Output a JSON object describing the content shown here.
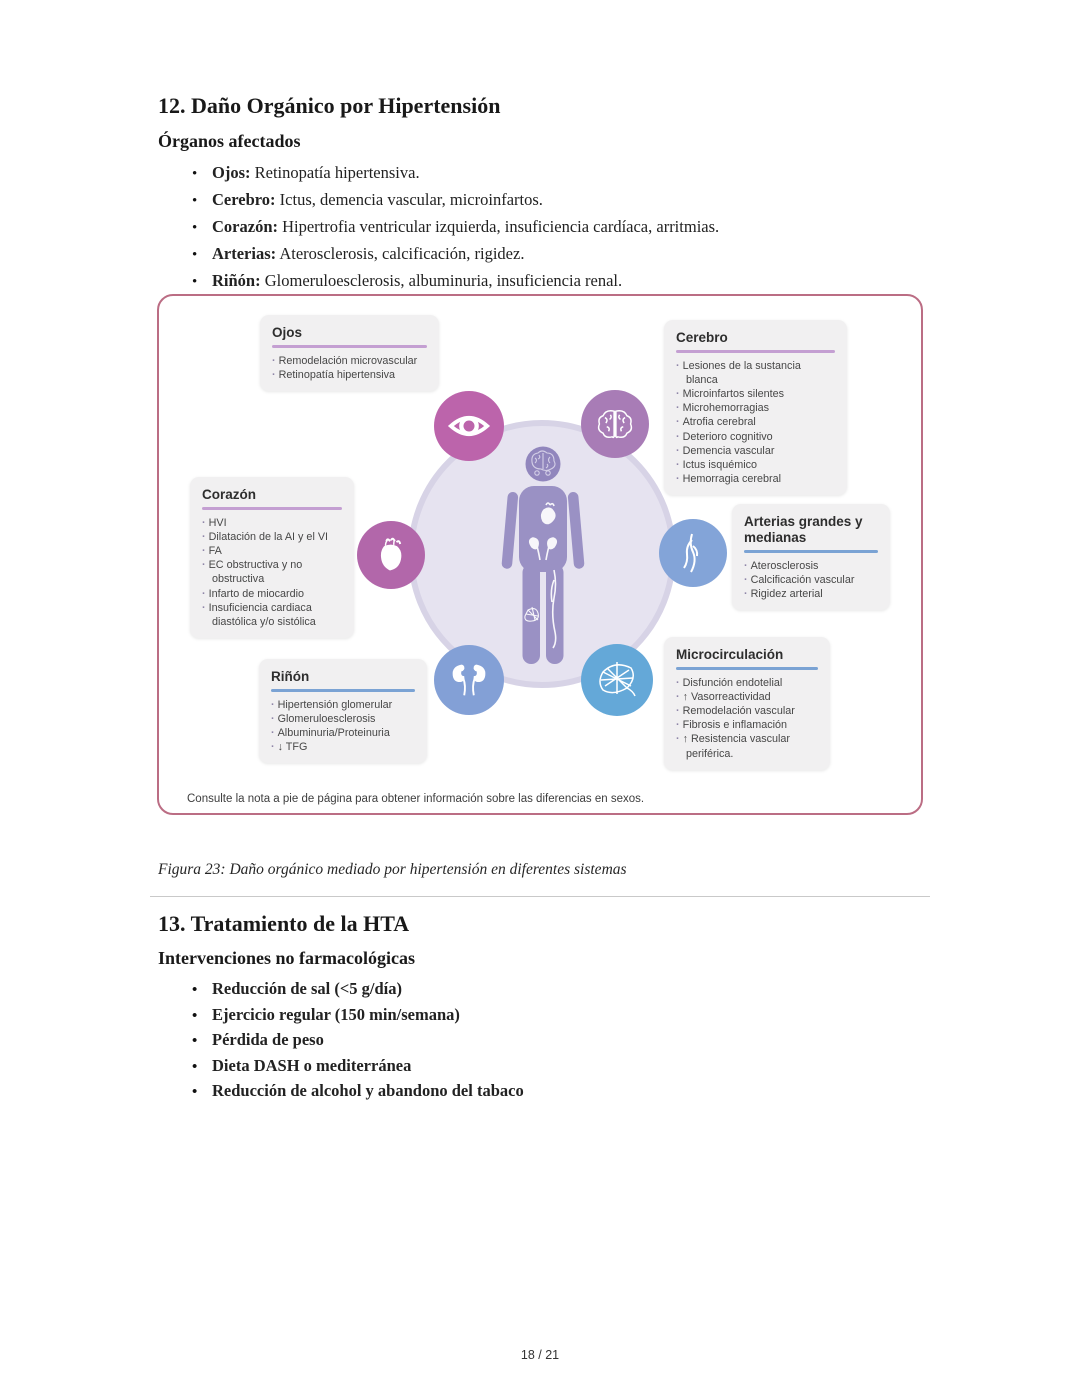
{
  "page": {
    "number_label": "18 / 21"
  },
  "section12": {
    "heading": "12. Daño Orgánico por Hipertensión",
    "subheading": "Órganos afectados",
    "items": [
      {
        "label": "Ojos:",
        "text": " Retinopatía hipertensiva."
      },
      {
        "label": "Cerebro:",
        "text": " Ictus, demencia vascular, microinfartos."
      },
      {
        "label": "Corazón:",
        "text": " Hipertrofia ventricular izquierda, insuficiencia cardíaca, arritmias."
      },
      {
        "label": "Arterias:",
        "text": " Aterosclerosis, calcificación, rigidez."
      },
      {
        "label": "Riñón:",
        "text": " Glomeruloesclerosis, albuminuria, insuficiencia renal."
      }
    ]
  },
  "figure": {
    "caption": "Figura 23: Daño orgánico mediado por hipertensión en diferentes sistemas",
    "footnote": "Consulte la nota a pie de página para obtener información sobre las diferencias en sexos.",
    "colors": {
      "panel_border": "#bb6d84",
      "accent_purple_rule": "#c49fd2",
      "accent_blue_rule": "#7ba3d4",
      "eye_circle": "#bc64ab",
      "brain_circle": "#a87cb6",
      "heart_circle": "#b267aa",
      "artery_circle": "#83a4d8",
      "kidney_circle": "#83a0d6",
      "micro_circle": "#64a8d8",
      "body_silhouette": "#9a91c4"
    },
    "boxes": {
      "ojos": {
        "title": "Ojos",
        "items": [
          "Remodelación microvascular",
          "Retinopatía hipertensiva"
        ]
      },
      "cerebro": {
        "title": "Cerebro",
        "items": [
          "Lesiones de la sustancia blanca",
          "Microinfartos silentes",
          "Microhemorragias",
          "Atrofia cerebral",
          "Deterioro cognitivo",
          "Demencia vascular",
          "Ictus isquémico",
          "Hemorragia cerebral"
        ]
      },
      "corazon": {
        "title": "Corazón",
        "items": [
          "HVI",
          "Dilatación de la AI y el VI",
          "FA",
          "EC obstructiva y no obstructiva",
          "Infarto de miocardio",
          "Insuficiencia cardiaca diastólica y/o sistólica"
        ]
      },
      "arterias": {
        "title": "Arterias grandes y medianas",
        "items": [
          "Aterosclerosis",
          "Calcificación vascular",
          "Rigidez arterial"
        ]
      },
      "rinon": {
        "title": "Riñón",
        "items": [
          "Hipertensión glomerular",
          "Glomeruloesclerosis",
          "Albuminuria/Proteinuria",
          "↓ TFG"
        ]
      },
      "micro": {
        "title": "Microcirculación",
        "items": [
          "Disfunción endotelial",
          "↑ Vasorreactividad",
          "Remodelación vascular",
          "Fibrosis e inflamación",
          "↑ Resistencia vascular periférica."
        ]
      }
    }
  },
  "section13": {
    "heading": "13. Tratamiento de la HTA",
    "subheading": "Intervenciones no farmacológicas",
    "items": [
      "Reducción de sal (<5 g/día)",
      "Ejercicio regular (150 min/semana)",
      "Pérdida de peso",
      "Dieta DASH o mediterránea",
      "Reducción de alcohol y abandono del tabaco"
    ]
  }
}
